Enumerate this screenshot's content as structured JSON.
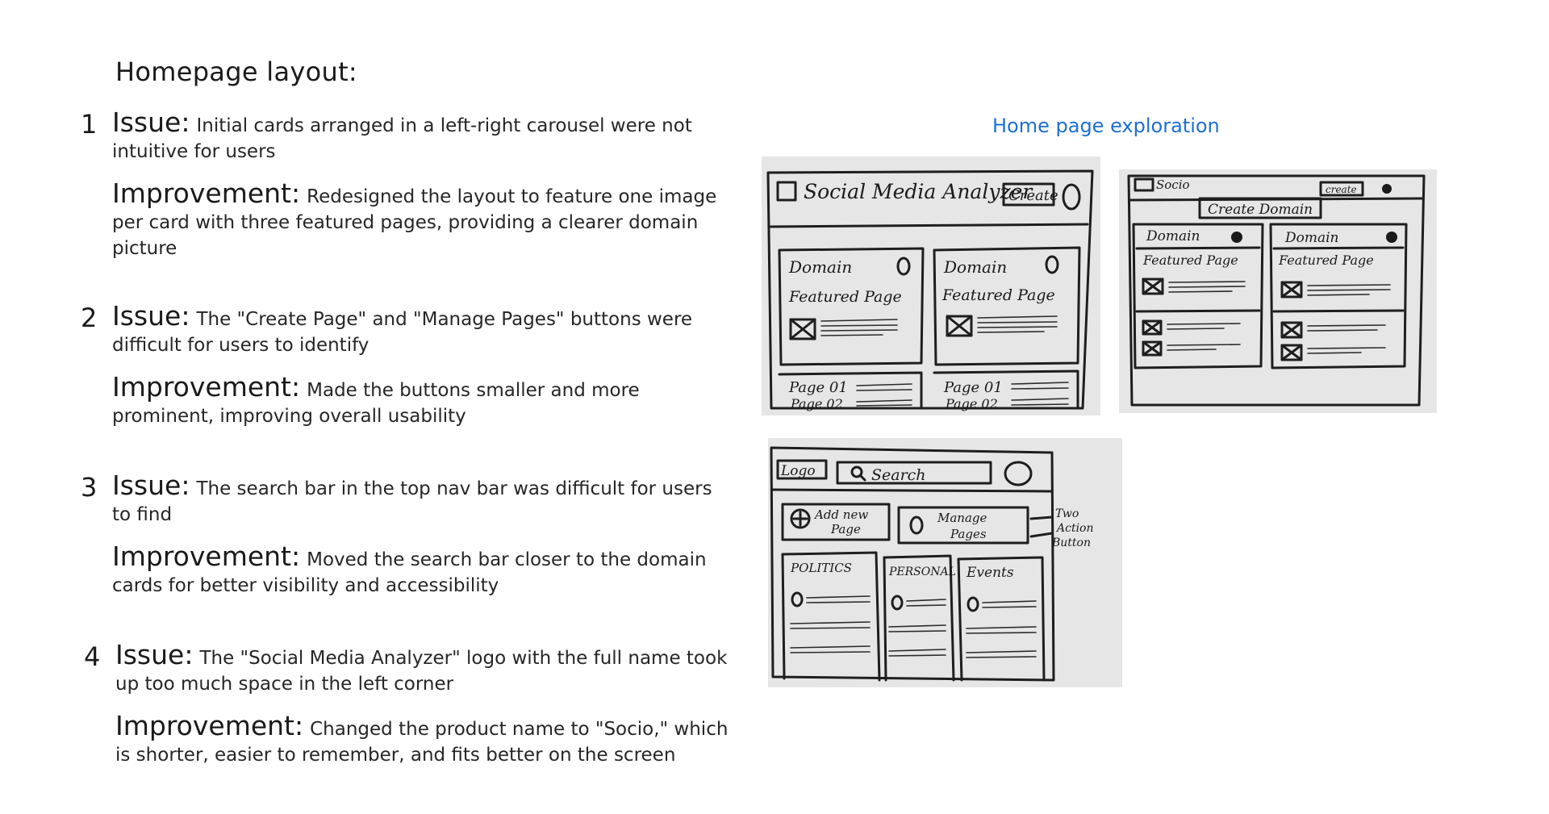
{
  "page_title": "Homepage layout:",
  "issues": [
    {
      "number": "1",
      "issue_label": "Issue:",
      "issue_text": "Initial cards arranged in a left-right carousel were not intuitive for users",
      "improvement_label": "Improvement:",
      "improvement_text": "Redesigned the layout to feature one image per card with three featured pages, providing a clearer domain picture"
    },
    {
      "number": "2",
      "issue_label": "Issue:",
      "issue_text": "The \"Create Page\" and \"Manage Pages\" buttons were difficult for users to identify",
      "improvement_label": "Improvement:",
      "improvement_text": "Made the buttons smaller and more prominent, improving overall usability"
    },
    {
      "number": "3",
      "issue_label": "Issue:",
      "issue_text": "The search bar in the top nav bar was difficult for users to find",
      "improvement_label": "Improvement:",
      "improvement_text": "Moved the search bar closer to the domain cards for better visibility and accessibility"
    },
    {
      "number": "4",
      "issue_label": "Issue:",
      "issue_text": "The \"Social Media Analyzer\" logo with the full name took up too much space in the left corner",
      "improvement_label": "Improvement:",
      "improvement_text": "Changed the product name to \"Socio,\" which is shorter, easier to remember, and fits better on the screen"
    }
  ],
  "exploration": {
    "title": "Home page exploration",
    "sketch1": {
      "app_name": "Social Media Analyzer",
      "create_button": "Create",
      "card_title": "Domain",
      "featured": "Featured Page",
      "page1": "Page 01",
      "page2": "Page 02"
    },
    "sketch2": {
      "app_name": "Socio",
      "create_button": "create",
      "create_domain_button": "Create Domain",
      "card_title": "Domain",
      "featured": "Featured Page"
    },
    "sketch3": {
      "logo": "Logo",
      "search": "Search",
      "add_page_line1": "Add new",
      "add_page_line2": "Page",
      "manage_line1": "Manage",
      "manage_line2": "Pages",
      "annotation_line1": "Two",
      "annotation_line2": "Action",
      "annotation_line3": "Button",
      "card1": "POLITICS",
      "card2": "PERSONAL",
      "card3": "Events"
    }
  }
}
